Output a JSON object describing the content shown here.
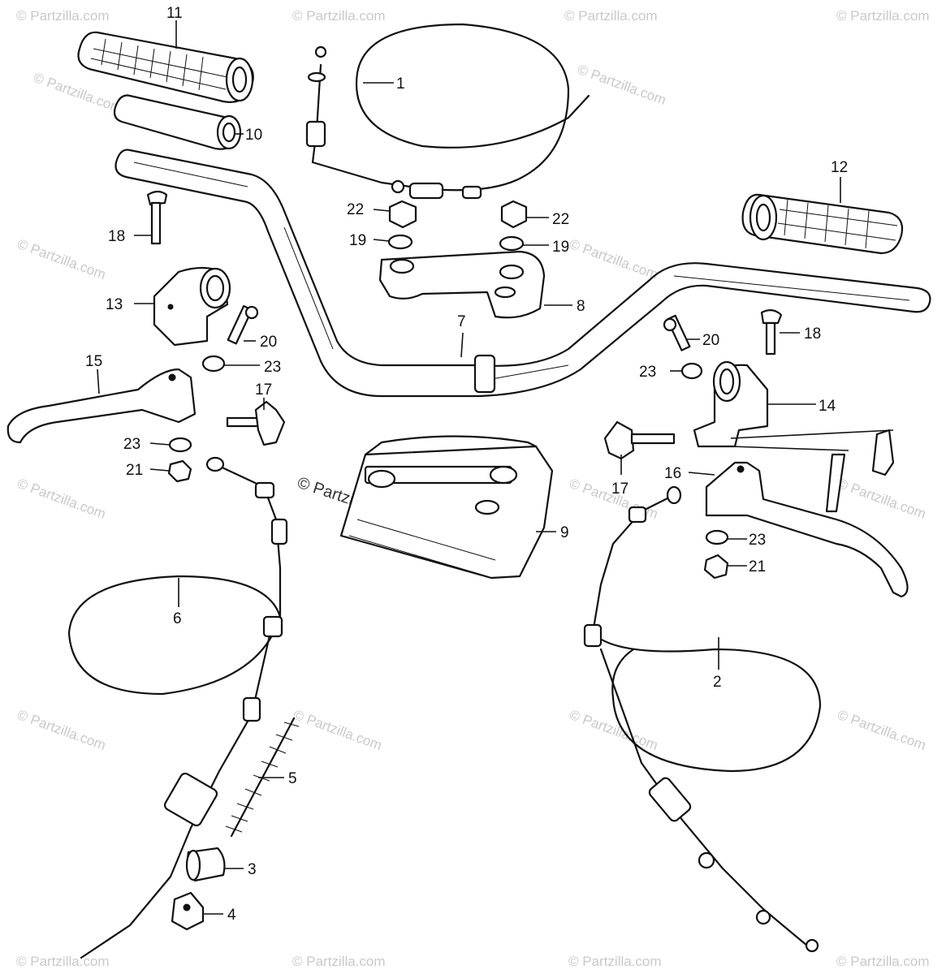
{
  "watermark": {
    "text": "© Partzilla.com",
    "center_text": "© Partzilla.com"
  },
  "callouts": [
    "1",
    "2",
    "3",
    "4",
    "5",
    "6",
    "7",
    "8",
    "9",
    "10",
    "11",
    "12",
    "13",
    "14",
    "15",
    "16",
    "17",
    "18",
    "19",
    "20",
    "21",
    "22",
    "23"
  ],
  "labels": {
    "p1": "1",
    "p2": "2",
    "p3": "3",
    "p4": "4",
    "p5": "5",
    "p6": "6",
    "p7": "7",
    "p8": "8",
    "p9": "9",
    "p10": "10",
    "p11": "11",
    "p12": "12",
    "p13": "13",
    "p14": "14",
    "p15": "15",
    "p16": "16",
    "p17a": "17",
    "p17b": "17",
    "p18a": "18",
    "p18b": "18",
    "p19a": "19",
    "p19b": "19",
    "p20a": "20",
    "p20b": "20",
    "p21a": "21",
    "p21b": "21",
    "p22a": "22",
    "p22b": "22",
    "p23a": "23",
    "p23b": "23",
    "p23c": "23",
    "p23d": "23"
  }
}
